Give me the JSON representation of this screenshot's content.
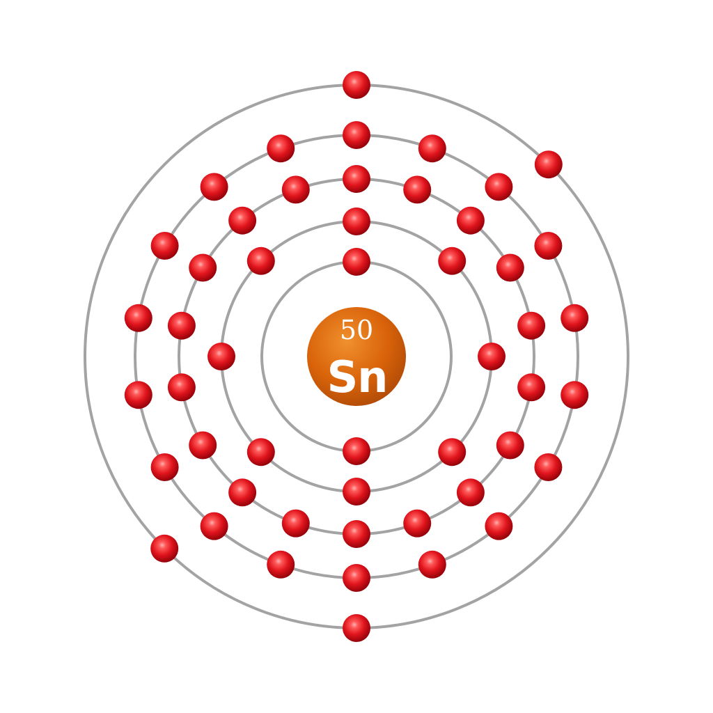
{
  "element": {
    "atomic_number": "50",
    "symbol": "Sn"
  },
  "shells": [
    {
      "electrons": 2
    },
    {
      "electrons": 8
    },
    {
      "electrons": 18
    },
    {
      "electrons": 18
    },
    {
      "electrons": 4
    }
  ],
  "colors": {
    "electron": "#e0141c",
    "electron_highlight": "#ff8a8a",
    "electron_shadow": "#8c0008",
    "nucleus": "#d9630a",
    "nucleus_highlight": "#f08a2a",
    "nucleus_shadow": "#a84606",
    "shell_ring": "#a3a3a3",
    "background": "#ffffff"
  }
}
